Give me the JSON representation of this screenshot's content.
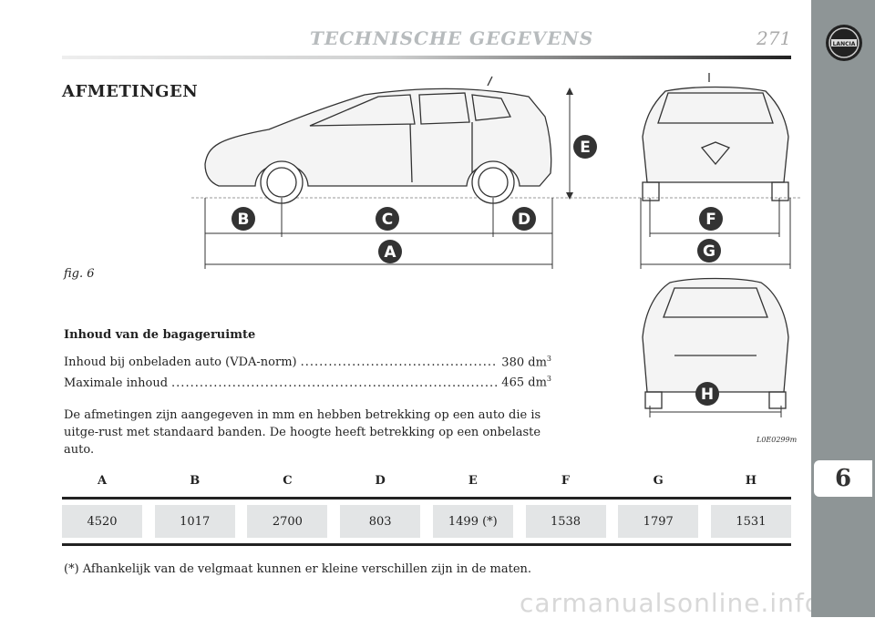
{
  "header": {
    "title": "TECHNISCHE GEGEVENS",
    "page_number": "271"
  },
  "sidebar": {
    "chapter_number": "6",
    "logo_text": "LANCIA"
  },
  "section": {
    "title": "AFMETINGEN"
  },
  "figure": {
    "label": "fig. 6",
    "code": "L0E0299m",
    "markers": [
      "A",
      "B",
      "C",
      "D",
      "E",
      "F",
      "G",
      "H"
    ]
  },
  "luggage": {
    "title": "Inhoud van de bagageruimte",
    "rows": [
      {
        "label": "Inhoud bij onbeladen auto (VDA-norm)",
        "value": "380 dm",
        "unit_sup": "3"
      },
      {
        "label": "Maximale inhoud",
        "value": "465 dm",
        "unit_sup": "3"
      }
    ],
    "note": "De afmetingen zijn aangegeven in mm en hebben betrekking op een auto die is uitge-rust met standaard banden. De hoogte heeft betrekking op een onbelaste auto."
  },
  "dimensions": {
    "headers": [
      "A",
      "B",
      "C",
      "D",
      "E",
      "F",
      "G",
      "H"
    ],
    "values": [
      "4520",
      "1017",
      "2700",
      "803",
      "1499 (*)",
      "1538",
      "1797",
      "1531"
    ]
  },
  "footnote": "(*) Afhankelijk van de velgmaat kunnen er kleine verschillen zijn in de maten.",
  "watermark": "carmanualsonline.info"
}
